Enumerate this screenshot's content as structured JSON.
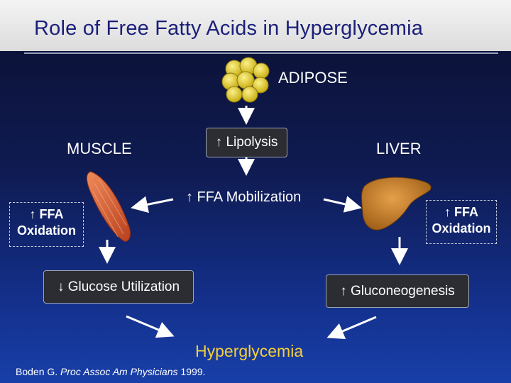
{
  "title": "Role of Free Fatty Acids in Hyperglycemia",
  "nodes": {
    "adipose": "ADIPOSE",
    "muscle": "MUSCLE",
    "liver": "LIVER",
    "lipolysis": "↑ Lipolysis",
    "ffa_mobilization": "↑ FFA Mobilization",
    "muscle_ffa_oxidation_line1": "↑ FFA",
    "muscle_ffa_oxidation_line2": "Oxidation",
    "liver_ffa_oxidation_line1": "↑ FFA",
    "liver_ffa_oxidation_line2": "Oxidation",
    "glucose_utilization": "↓ Glucose Utilization",
    "gluconeogenesis": "↑ Gluconeogenesis",
    "hyperglycemia": "Hyperglycemia"
  },
  "citation": {
    "author": "Boden G.",
    "journal": "Proc Assoc Am Physicians",
    "year": "1999."
  },
  "colors": {
    "title_text": "#1b1f7a",
    "hyperglycemia_text": "#f5cf3a",
    "fat_cell": "#e8d21f",
    "muscle": "#d85d33",
    "liver": "#b8761c"
  },
  "icons": [
    "fat-cells-icon",
    "muscle-icon",
    "liver-icon"
  ]
}
